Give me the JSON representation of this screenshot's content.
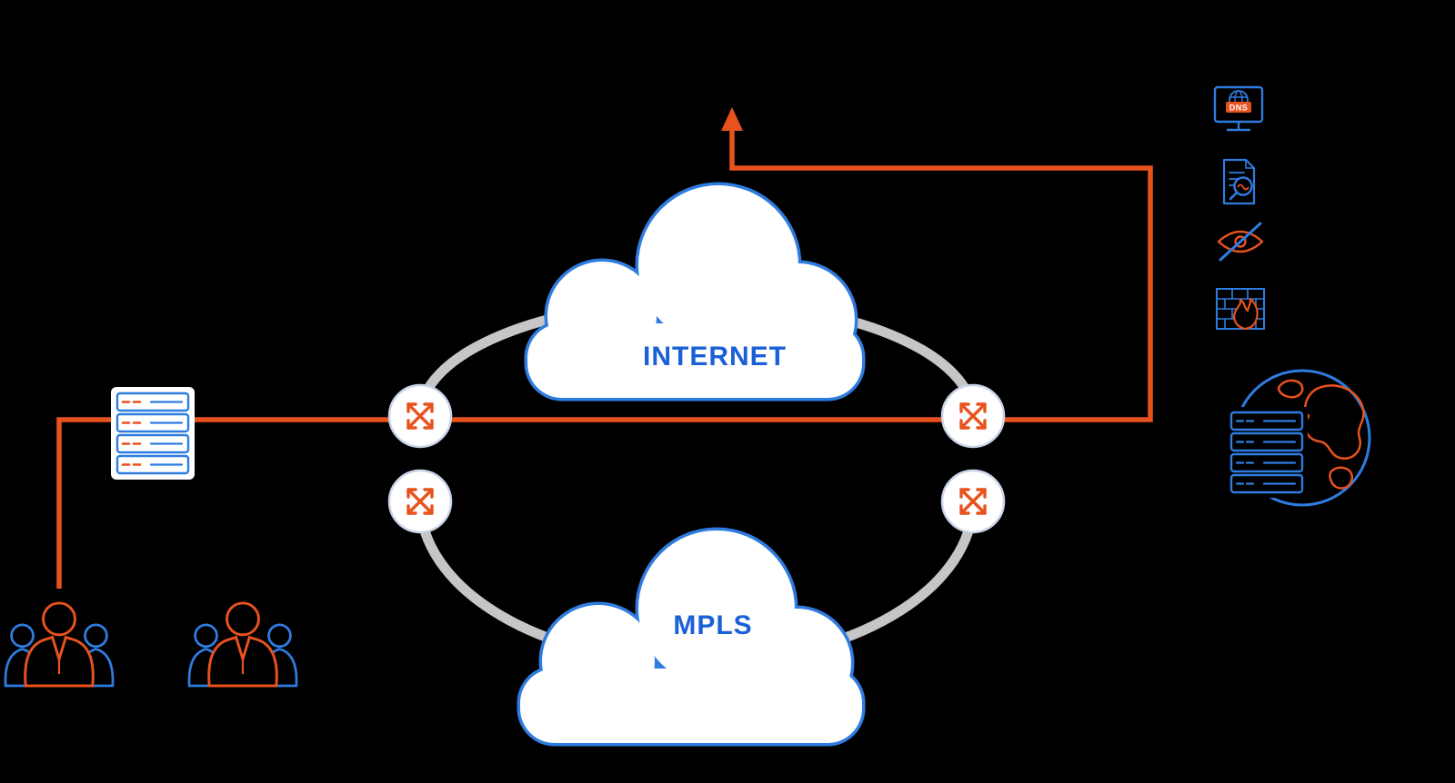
{
  "diagram": {
    "labels": {
      "internet": "INTERNET",
      "mpls": "MPLS",
      "dns_badge": "DNS"
    },
    "icon_names": [
      "server-rack-icon",
      "users-group-icon",
      "transport-node-icon",
      "dns-monitor-icon",
      "document-scan-icon",
      "hidden-eye-icon",
      "firewall-icon",
      "global-server-icon",
      "breakout-arrow-icon"
    ]
  },
  "colors": {
    "orange": "#E8521D",
    "blue": "#2F7CE0",
    "text-blue": "#1A60D6",
    "ring-gray": "#C6C6C6",
    "node-border": "#C9D4E8",
    "background": "#000000",
    "white": "#FFFFFF"
  }
}
